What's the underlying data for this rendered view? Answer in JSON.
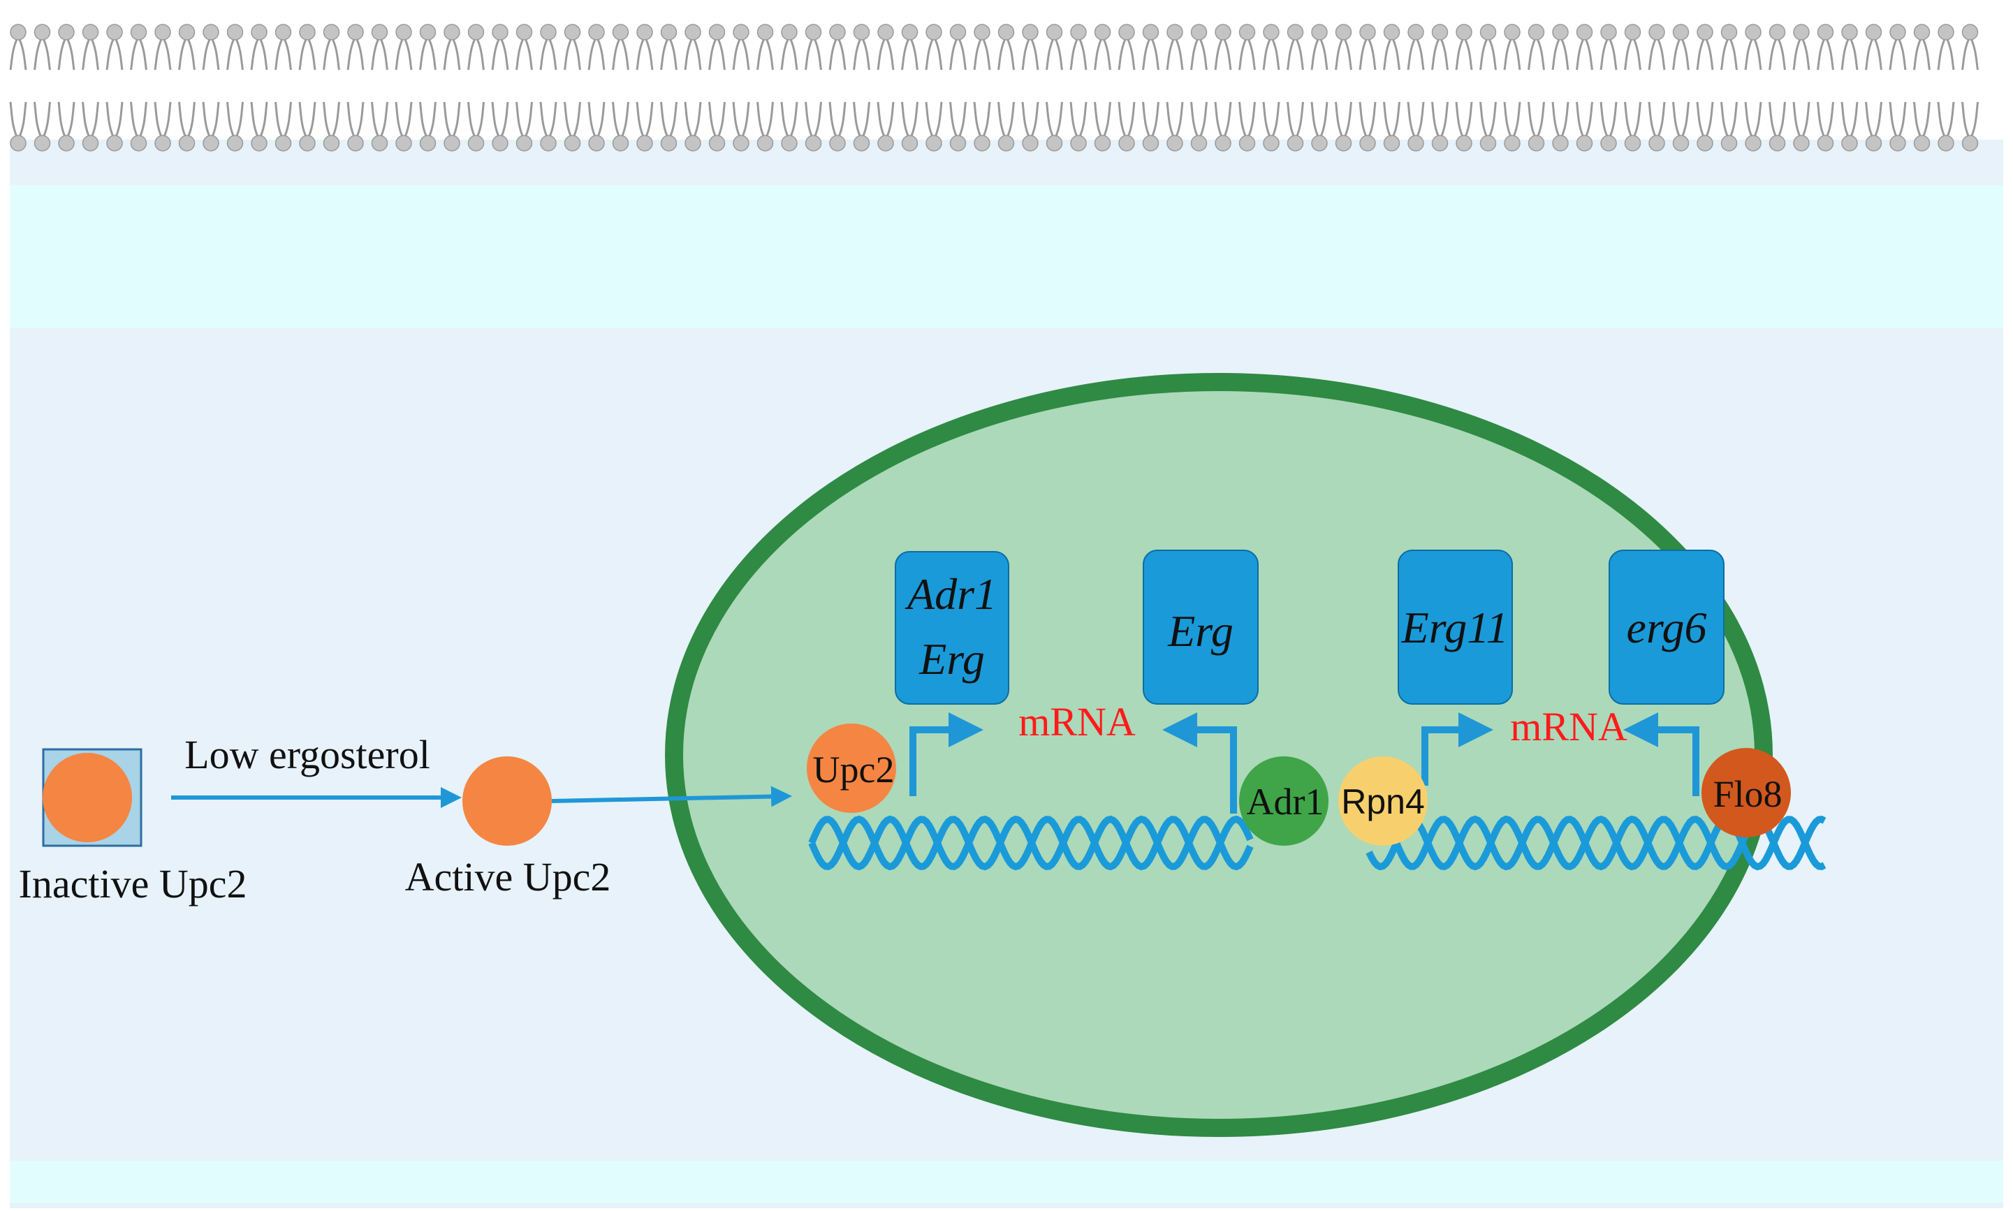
{
  "colors": {
    "background": "#ffffff",
    "cytoplasm": "#e7f2fa",
    "periplasm": "#e2fdfd",
    "membrane_head": "#c4c4c4",
    "membrane_tail": "#9a9a9a",
    "nucleus_fill": "#acd9b9",
    "nucleus_border": "#2f8a43",
    "arrow": "#1f97d7",
    "gene_box": "#1a9ad9",
    "gene_box_border": "#0d6da3",
    "mrna": "#ff1a1a",
    "upc2": "#f58543",
    "adr1": "#3fa548",
    "rpn4": "#f7d06d",
    "flo8": "#d2581e",
    "inactive_box": "#a9d3e6",
    "inactive_box_border": "#2d6da3"
  },
  "left": {
    "inactive_label": "Inactive Upc2",
    "arrow_label": "Low ergosterol",
    "active_label": "Active Upc2"
  },
  "genes": [
    {
      "lines": [
        "Adr1",
        "Erg"
      ]
    },
    {
      "lines": [
        "Erg"
      ]
    },
    {
      "lines": [
        "Erg11"
      ]
    },
    {
      "lines": [
        "erg6"
      ]
    }
  ],
  "mrna": [
    "mRNA",
    "mRNA"
  ],
  "factors": {
    "upc2": "Upc2",
    "adr1": "Adr1",
    "rpn4": "Rpn4",
    "flo8": "Flo8"
  }
}
